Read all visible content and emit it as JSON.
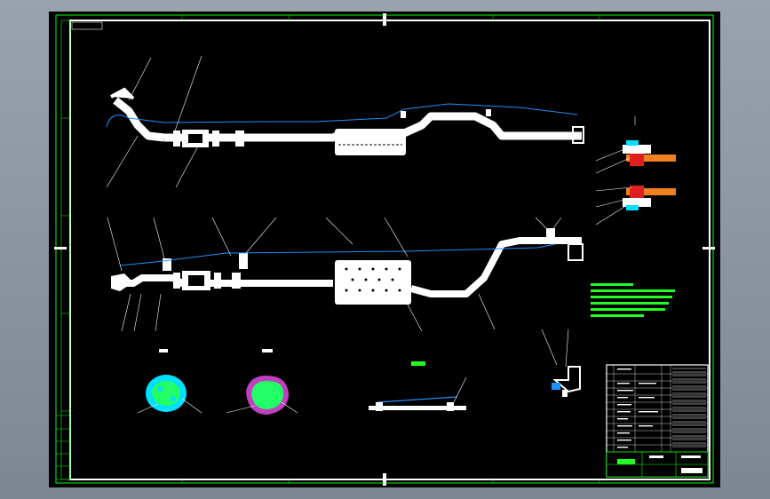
{
  "drawing": {
    "title_block_corner_label": "",
    "colors": {
      "background": "#000000",
      "frame": "#ffffff",
      "grid_border": "#00ff00",
      "pipe": "#ffffff",
      "hanger": "#1e90ff",
      "flange_red": "#e02020",
      "flange_orange": "#f08020",
      "gasket_cyan": "#00e0ff",
      "gasket_magenta": "#c040c0"
    },
    "icons": [
      "exhaust-pipe-drawing",
      "muffler",
      "flange-detail",
      "gasket",
      "bracket",
      "title-block"
    ]
  }
}
